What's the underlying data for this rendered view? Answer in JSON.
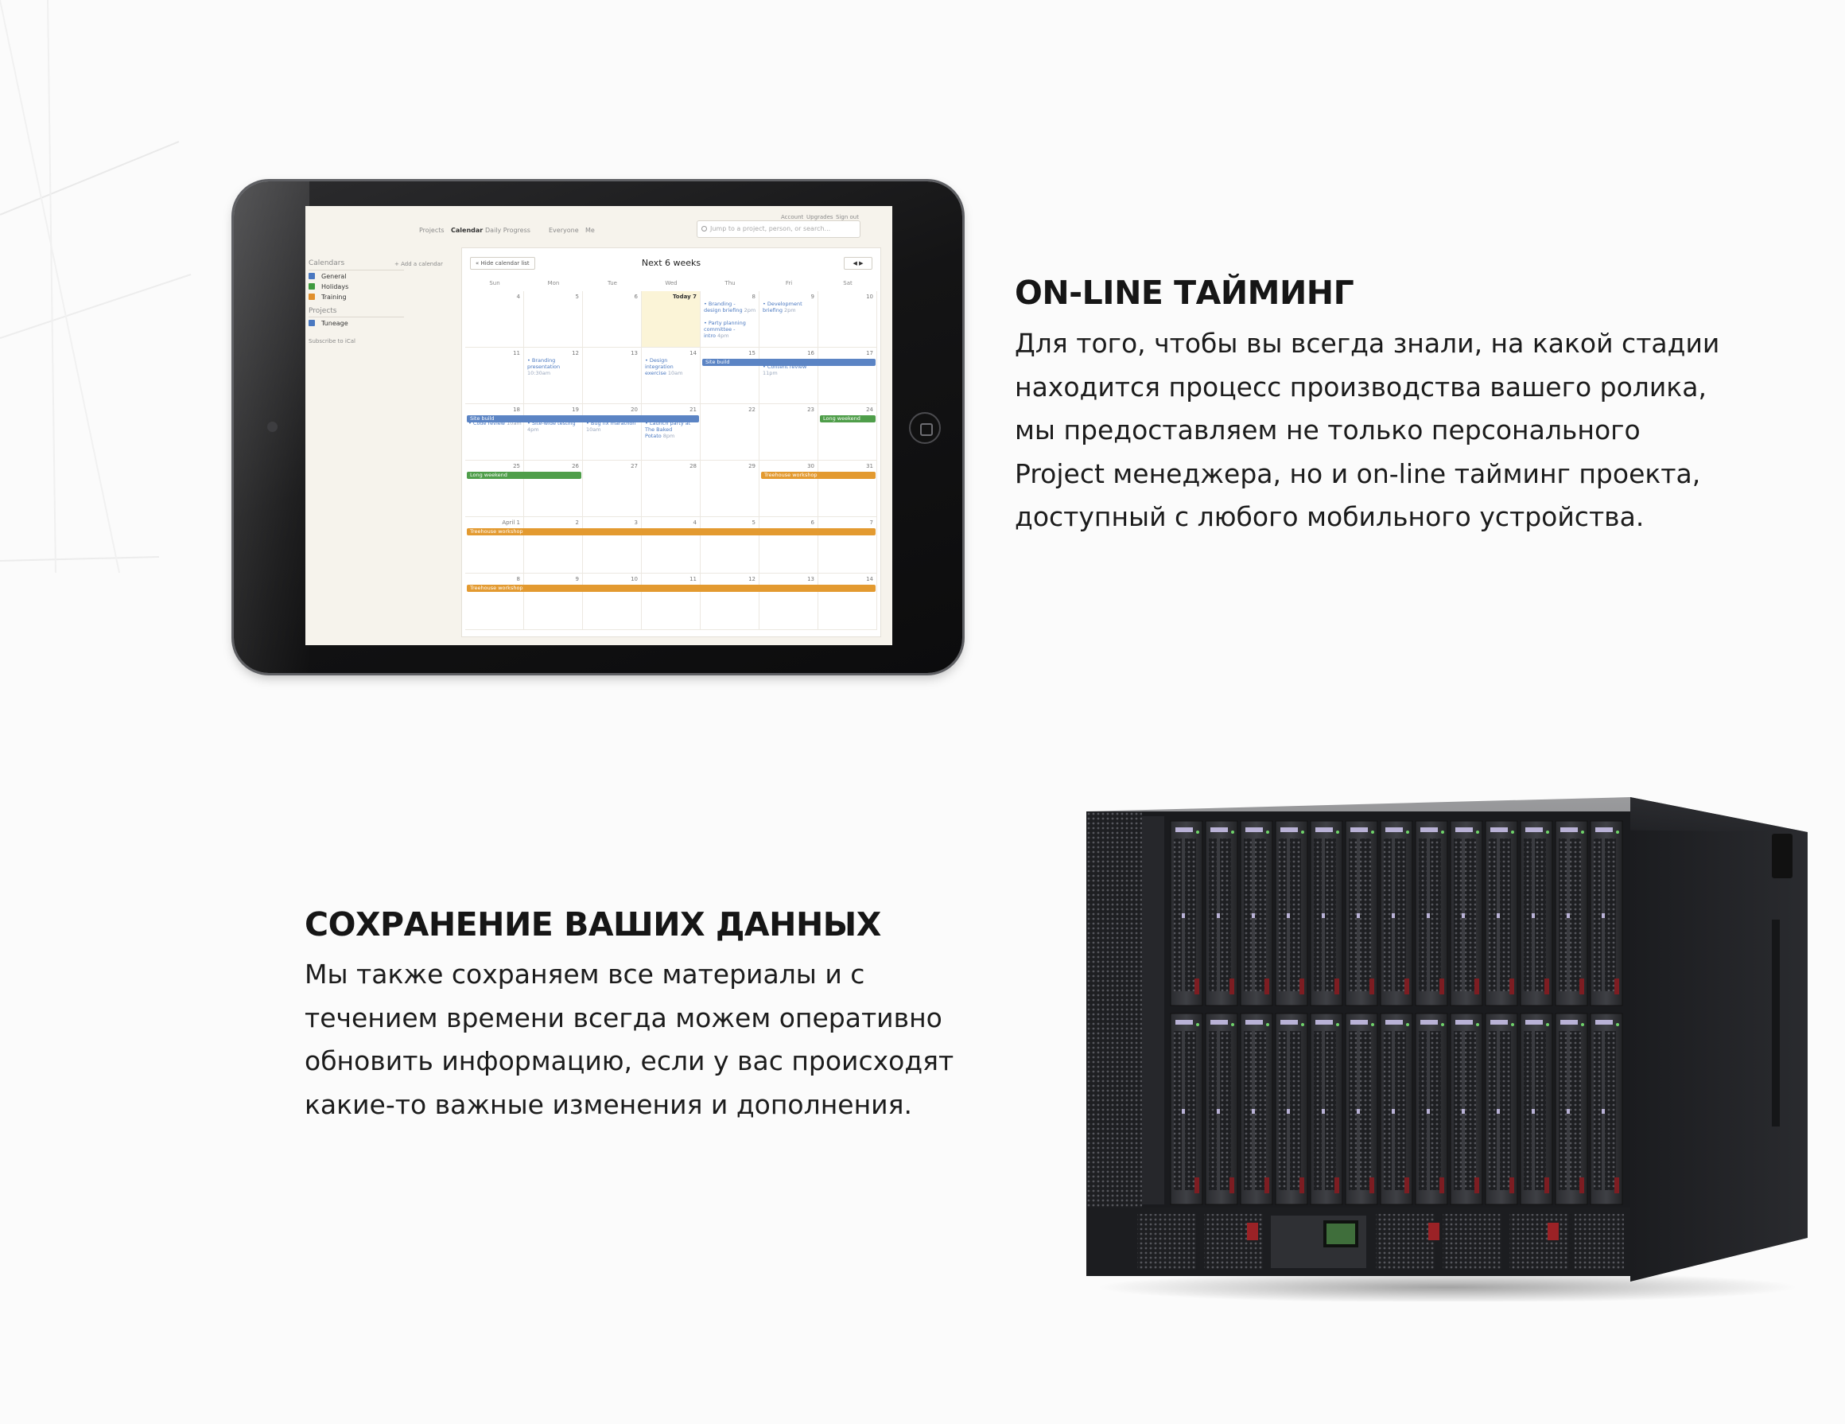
{
  "colors": {
    "page_background": "#fbfbfb",
    "heading": "#161616",
    "body_text": "#1c1c1c",
    "bar_blue": "#5b84c4",
    "bar_green": "#4f9e4a",
    "bar_orange": "#e39a30",
    "check_blue": "#4a78c0",
    "check_green": "#3f9a3f",
    "check_orange": "#e08f2c"
  },
  "section_timing": {
    "title": "ON-LINE ТАЙМИНГ",
    "lines": [
      "Для того, чтобы вы всегда знали, на какой стадии",
      "находится процесс производства  вашего ролика,",
      "мы предоставляем не только персонального",
      "Project менеджера, но и on-line тайминг проекта,",
      "доступный с любого мобильного устройства."
    ]
  },
  "section_storage": {
    "title": "СОХРАНЕНИЕ ВАШИХ ДАННЫХ",
    "lines": [
      "Мы также сохраняем все материалы и с",
      "течением времени всегда можем оперативно",
      "обновить информацию, если у вас происходят",
      "какие-то важные изменения и дополнения."
    ]
  },
  "tablet_app": {
    "nav": {
      "projects": "Projects",
      "calendar": "Calendar",
      "daily": "Daily Progress",
      "everyone": "Everyone",
      "me": "Me"
    },
    "account_links": {
      "account": "Account",
      "upgrades": "Upgrades",
      "signout": "Sign out"
    },
    "search_placeholder": "Jump to a project, person, or search...",
    "sidebar": {
      "calendars_heading": "Calendars",
      "add_calendar": "+ Add a calendar",
      "calendars": [
        {
          "label": "General",
          "color": "blue"
        },
        {
          "label": "Holidays",
          "color": "green"
        },
        {
          "label": "Training",
          "color": "orange"
        }
      ],
      "projects_heading": "Projects",
      "projects": [
        {
          "label": "Tuneage",
          "color": "blue"
        }
      ],
      "subscribe": "Subscribe to iCal"
    },
    "calendar": {
      "hide_button": "« Hide calendar list",
      "title": "Next 6 weeks",
      "nav_arrows": "◀  ▶",
      "weekdays": [
        "Sun",
        "Mon",
        "Tue",
        "Wed",
        "Thu",
        "Fri",
        "Sat"
      ],
      "weeks": [
        [
          "4",
          "5",
          "6",
          "Today 7",
          "8",
          "9",
          "10"
        ],
        [
          "11",
          "12",
          "13",
          "14",
          "15",
          "16",
          "17"
        ],
        [
          "18",
          "19",
          "20",
          "21",
          "22",
          "23",
          "24"
        ],
        [
          "25",
          "26",
          "27",
          "28",
          "29",
          "30",
          "31"
        ],
        [
          "April 1",
          "2",
          "3",
          "4",
          "5",
          "6",
          "7"
        ],
        [
          "8",
          "9",
          "10",
          "11",
          "12",
          "13",
          "14"
        ]
      ],
      "events": [
        {
          "week": 0,
          "day": 4,
          "text": "• Branding -\n  design briefing",
          "time": "  2pm"
        },
        {
          "week": 0,
          "day": 4,
          "text": "• Party planning\n  committee -\n  intro",
          "time": " 4pm",
          "offset": 3
        },
        {
          "week": 0,
          "day": 5,
          "text": "• Development\n  briefing",
          "time": " 2pm"
        },
        {
          "week": 1,
          "day": 1,
          "text": "• Branding\n  presentation",
          "time": "  10:30am"
        },
        {
          "week": 1,
          "day": 3,
          "text": "• Design\n  integration\n  exercise",
          "time": " 10am"
        },
        {
          "week": 1,
          "day": 5,
          "text": "• Content review",
          "time": "  11pm",
          "offset": 1
        },
        {
          "week": 2,
          "day": 0,
          "text": "• Code review",
          "time": "  10am",
          "offset": 1
        },
        {
          "week": 2,
          "day": 1,
          "text": "• Site-wide testing",
          "time": "  4pm",
          "offset": 1
        },
        {
          "week": 2,
          "day": 2,
          "text": "• Bug fix marathon",
          "time": "  10am",
          "offset": 1
        },
        {
          "week": 2,
          "day": 3,
          "text": "• Launch party at\n  The Baked\n  Potato",
          "time": " 8pm",
          "offset": 1
        }
      ],
      "bars": [
        {
          "week": 1,
          "start": 4,
          "span": 3,
          "label": "Site build",
          "color": "blue"
        },
        {
          "week": 2,
          "start": 0,
          "span": 4,
          "label": "Site build",
          "color": "blue"
        },
        {
          "week": 2,
          "start": 6,
          "span": 1,
          "label": "Long weekend",
          "color": "green"
        },
        {
          "week": 3,
          "start": 0,
          "span": 2,
          "label": "Long weekend",
          "color": "green"
        },
        {
          "week": 3,
          "start": 5,
          "span": 2,
          "label": "Treehouse workshop",
          "color": "orange"
        },
        {
          "week": 4,
          "start": 0,
          "span": 7,
          "label": "Treehouse workshop",
          "color": "orange"
        },
        {
          "week": 5,
          "start": 0,
          "span": 7,
          "label": "Treehouse workshop",
          "color": "orange"
        }
      ]
    }
  },
  "images": {
    "tablet": "tablet-device",
    "server": "blade-server-enclosure"
  }
}
